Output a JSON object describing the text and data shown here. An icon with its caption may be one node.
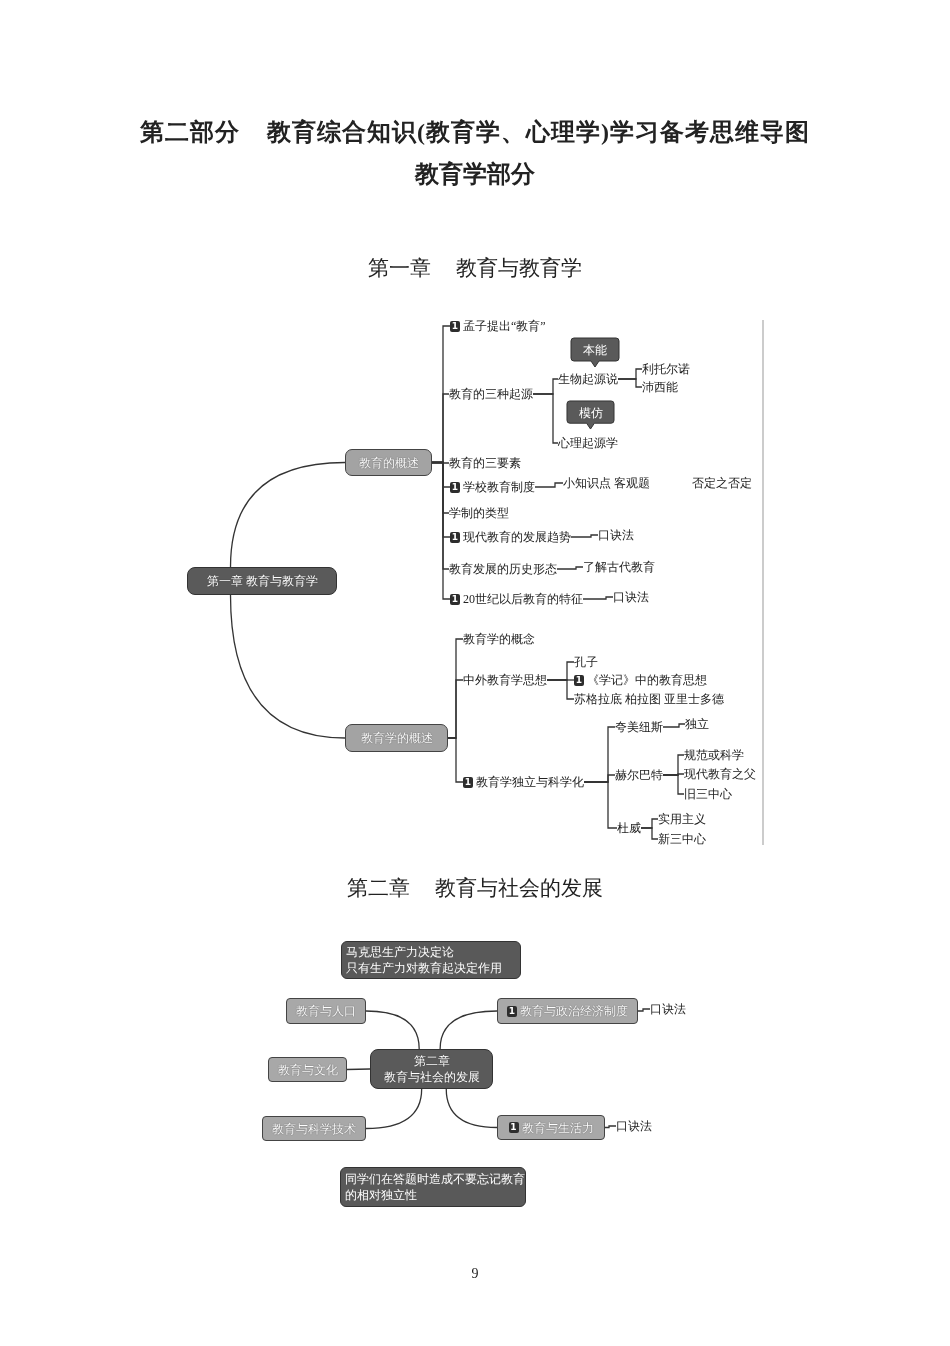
{
  "diagram": {
    "title": "第二部分 教育综合知识(教育学、心理学)学习备考思维导图",
    "nodes": [
      {
        "text": [
          "第一章 教育与教育学"
        ]
      },
      {
        "text": [
          "教育的概述"
        ]
      },
      {
        "text": [
          "1",
          "孟子提出“教育”"
        ]
      },
      {
        "text": [
          "教育的三种起源"
        ]
      },
      {
        "text": [
          "本能"
        ]
      },
      {
        "text": [
          "生物起源说"
        ]
      },
      {
        "text": [
          "利托尔诺"
        ]
      },
      {
        "text": [
          "沛西能"
        ]
      },
      {
        "text": [
          "模仿"
        ]
      },
      {
        "text": [
          "心理起源学"
        ]
      },
      {
        "text": [
          "教育的三要素"
        ]
      },
      {
        "text": [
          "1",
          "学校教育制度"
        ]
      },
      {
        "text": [
          "小知识点 客观题"
        ]
      },
      {
        "text": [
          "学制的类型"
        ]
      },
      {
        "text": [
          "1",
          "现代教育的发展趋势"
        ]
      },
      {
        "text": [
          "口诀法"
        ]
      },
      {
        "text": [
          "教育发展的历史形态"
        ]
      },
      {
        "text": [
          "了解古代教育"
        ]
      },
      {
        "text": [
          "1",
          "20世纪以后教育的特征"
        ]
      },
      {
        "text": [
          "口诀法"
        ]
      },
      {
        "text": [
          "教育学的概述"
        ]
      },
      {
        "text": [
          "教育学的概念"
        ]
      },
      {
        "text": [
          "中外教育学思想"
        ]
      },
      {
        "text": [
          "孔子"
        ]
      },
      {
        "text": [
          "1",
          "《学记》中的教育思想"
        ]
      },
      {
        "text": [
          "苏格拉底 柏拉图 亚里士多德"
        ]
      },
      {
        "text": [
          "1",
          "教育学独立与科学化"
        ]
      },
      {
        "text": [
          "夸美纽斯"
        ]
      },
      {
        "text": [
          "独立"
        ]
      },
      {
        "text": [
          "赫尔巴特"
        ]
      },
      {
        "text": [
          "规范或科学"
        ]
      },
      {
        "text": [
          "现代教育之父"
        ]
      },
      {
        "text": [
          "旧三中心"
        ]
      },
      {
        "text": [
          "杜威"
        ]
      },
      {
        "text": [
          "实用主义"
        ]
      },
      {
        "text": [
          "新三中心"
        ]
      },
      {
        "text": [
          "马克思生产力决定论",
          "只有生产力对教育起决定作用"
        ]
      },
      {
        "text": [
          "教育与人口"
        ]
      },
      {
        "text": [
          "1",
          "教育与政治经济制度"
        ]
      },
      {
        "text": [
          "口诀法"
        ]
      },
      {
        "text": [
          "第二章",
          "教育与社会的发展"
        ]
      },
      {
        "text": [
          "教育与文化"
        ]
      },
      {
        "text": [
          "教育与科学技术"
        ]
      },
      {
        "text": [
          "1",
          "教育与生活力"
        ]
      },
      {
        "text": [
          "口诀法"
        ]
      },
      {
        "text": [
          "同学们在答题时造成不要忘记教育的相对独立性"
        ]
      }
    ],
    "edges": [
      {
        "from": 0,
        "to": 1,
        "arrow": "none"
      },
      {
        "from": 0,
        "to": 20,
        "arrow": "none"
      },
      {
        "from": 1,
        "to": 2,
        "arrow": "none"
      },
      {
        "from": 1,
        "to": 3,
        "arrow": "none"
      },
      {
        "from": 1,
        "to": 10,
        "arrow": "none"
      },
      {
        "from": 1,
        "to": 11,
        "arrow": "none"
      },
      {
        "from": 1,
        "to": 13,
        "arrow": "none"
      },
      {
        "from": 1,
        "to": 14,
        "arrow": "none"
      },
      {
        "from": 1,
        "to": 16,
        "arrow": "none"
      },
      {
        "from": 1,
        "to": 18,
        "arrow": "none"
      },
      {
        "from": 3,
        "to": 5,
        "arrow": "none"
      },
      {
        "from": 3,
        "to": 9,
        "arrow": "none"
      },
      {
        "from": 5,
        "to": 6,
        "arrow": "none"
      },
      {
        "from": 5,
        "to": 7,
        "arrow": "none"
      },
      {
        "from": 11,
        "to": 12,
        "arrow": "none"
      },
      {
        "from": 14,
        "to": 15,
        "arrow": "none"
      },
      {
        "from": 16,
        "to": 17,
        "arrow": "none"
      },
      {
        "from": 18,
        "to": 19,
        "arrow": "none"
      },
      {
        "from": 20,
        "to": 21,
        "arrow": "none"
      },
      {
        "from": 20,
        "to": 22,
        "arrow": "none"
      },
      {
        "from": 20,
        "to": 26,
        "arrow": "none"
      },
      {
        "from": 22,
        "to": 23,
        "arrow": "none"
      },
      {
        "from": 22,
        "to": 24,
        "arrow": "none"
      },
      {
        "from": 22,
        "to": 25,
        "arrow": "none"
      },
      {
        "from": 26,
        "to": 27,
        "arrow": "none"
      },
      {
        "from": 26,
        "to": 29,
        "arrow": "none"
      },
      {
        "from": 26,
        "to": 33,
        "arrow": "none"
      },
      {
        "from": 27,
        "to": 28,
        "arrow": "none"
      },
      {
        "from": 29,
        "to": 30,
        "arrow": "none"
      },
      {
        "from": 29,
        "to": 31,
        "arrow": "none"
      },
      {
        "from": 29,
        "to": 32,
        "arrow": "none"
      },
      {
        "from": 33,
        "to": 34,
        "arrow": "none"
      },
      {
        "from": 33,
        "to": 35,
        "arrow": "none"
      },
      {
        "from": 40,
        "to": 37,
        "arrow": "none"
      },
      {
        "from": 40,
        "to": 38,
        "arrow": "none"
      },
      {
        "from": 40,
        "to": 41,
        "arrow": "none"
      },
      {
        "from": 40,
        "to": 42,
        "arrow": "none"
      },
      {
        "from": 40,
        "to": 43,
        "arrow": "none"
      },
      {
        "from": 38,
        "to": 39,
        "arrow": "none"
      },
      {
        "from": 43,
        "to": 44,
        "arrow": "none"
      }
    ],
    "labels": [
      "教育学部分",
      "第一章 教育与教育学",
      "否定之否定",
      "第二章 教育与社会的发展",
      "9"
    ]
  }
}
